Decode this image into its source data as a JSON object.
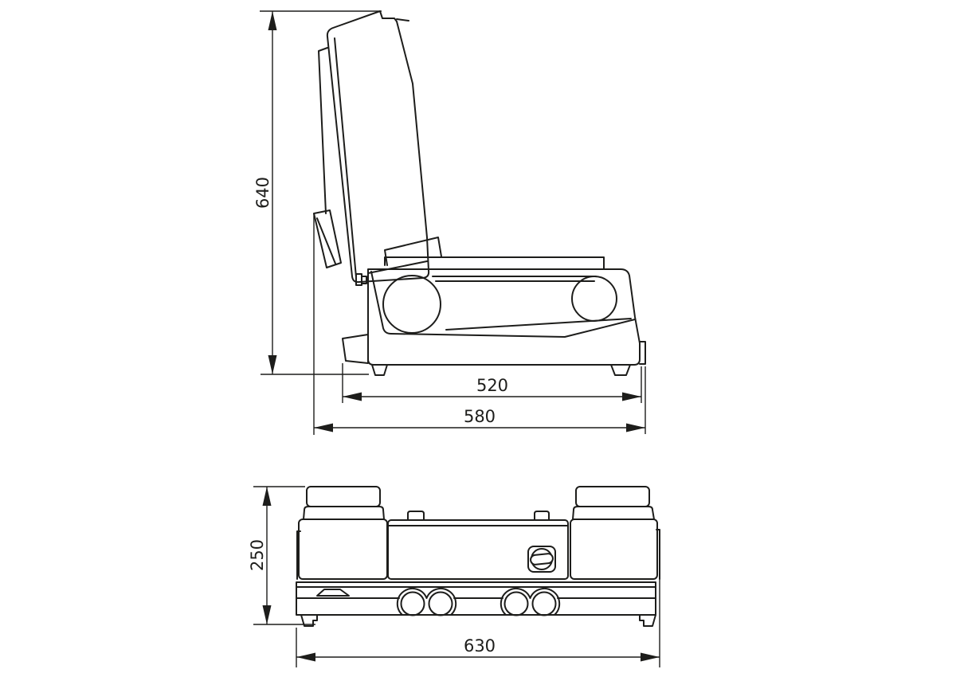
{
  "drawing": {
    "kind": "technical-dimension-drawing",
    "background_color": "#ffffff",
    "line_color": "#1d1d1b",
    "views": {
      "side_view": {
        "description": "side elevation of machine with raised lid",
        "dimensions": {
          "height": "640",
          "inner_width": "520",
          "overall_width": "580"
        }
      },
      "front_view": {
        "description": "front elevation of machine base",
        "dimensions": {
          "height": "250",
          "overall_width": "630"
        }
      }
    }
  }
}
